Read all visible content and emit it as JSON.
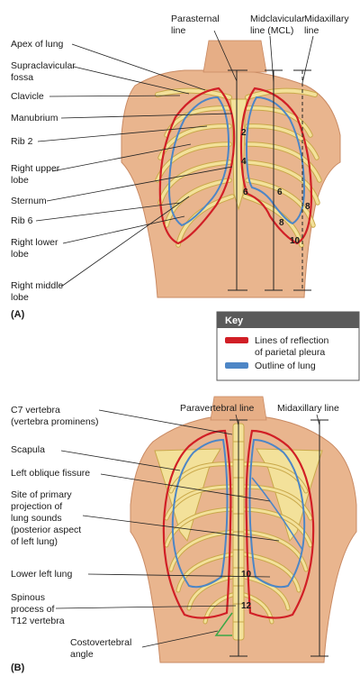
{
  "panel_a": {
    "panel_tag": "(A)",
    "top_labels": {
      "parasternal": [
        "Parasternal",
        "line"
      ],
      "midclavicular": [
        "Midclavicular",
        "line (MCL)"
      ],
      "midaxillary": [
        "Midaxillary",
        "line"
      ]
    },
    "left_labels": {
      "apex": "Apex of lung",
      "supraclavicular": [
        "Supraclavicular",
        "fossa"
      ],
      "clavicle": "Clavicle",
      "manubrium": "Manubrium",
      "rib2": "Rib 2",
      "right_upper_lobe": [
        "Right upper",
        "lobe"
      ],
      "sternum": "Sternum",
      "rib6": "Rib 6",
      "right_lower_lobe": [
        "Right lower",
        "lobe"
      ],
      "right_middle_lobe": [
        "Right middle",
        "lobe"
      ]
    },
    "rib_numbers": [
      "2",
      "4",
      "6",
      "6",
      "8",
      "8",
      "10"
    ]
  },
  "key": {
    "title": "Key",
    "items": [
      {
        "label": [
          "Lines of reflection",
          "of parietal pleura"
        ],
        "color": "#d11f26"
      },
      {
        "label": [
          "Outline of lung"
        ],
        "color": "#4d86c6"
      }
    ]
  },
  "panel_b": {
    "panel_tag": "(B)",
    "top_labels": {
      "paravertebral": "Paravertebral line",
      "midaxillary": "Midaxillary line"
    },
    "left_labels": {
      "c7": [
        "C7 vertebra",
        "(vertebra prominens)"
      ],
      "scapula": "Scapula",
      "oblique_fissure": "Left oblique fissure",
      "site_primary": [
        "Site of primary",
        "projection of",
        "lung sounds",
        "(posterior aspect",
        "of left lung)"
      ],
      "lower_left_lung": "Lower left lung",
      "spinous": [
        "Spinous",
        "process of",
        "T12 vertebra"
      ],
      "costovertebral": [
        "Costovertebral",
        "angle"
      ]
    },
    "rib_numbers": [
      "10",
      "12"
    ]
  },
  "colors": {
    "skin": "#e9b58e",
    "skin_shadow": "#c98a63",
    "bone": "#f3e19a",
    "bone_edge": "#c9a84a",
    "pleura": "#d11f26",
    "lung": "#4d86c6",
    "key_header": "#5a5a5a"
  }
}
